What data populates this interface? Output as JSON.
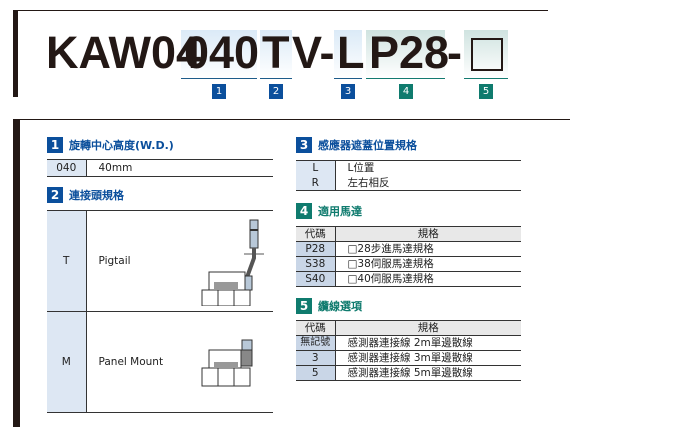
{
  "model": {
    "prefix": "KAW04",
    "parts": [
      {
        "text": "040",
        "num": "1"
      },
      {
        "text": "T",
        "num": "2"
      },
      {
        "text": "V-",
        "num": ""
      },
      {
        "text": "L",
        "num": "3"
      },
      {
        "text": "P28",
        "num": "4"
      },
      {
        "text": "-",
        "num": ""
      },
      {
        "text": "□",
        "num": "5"
      }
    ]
  },
  "s1": {
    "num": "1",
    "title": "旋轉中心高度(W.D.)",
    "rows": [
      {
        "code": "040",
        "desc": "40mm"
      }
    ]
  },
  "s2": {
    "num": "2",
    "title": "連接頭規格",
    "rows": [
      {
        "code": "T",
        "desc": "Pigtail"
      },
      {
        "code": "M",
        "desc": "Panel Mount"
      }
    ]
  },
  "s3": {
    "num": "3",
    "title": "感應器遮蓋位置規格",
    "rows": [
      {
        "code": "L",
        "desc": "L位置"
      },
      {
        "code": "R",
        "desc": "左右相反"
      }
    ]
  },
  "s4": {
    "num": "4",
    "title": "適用馬達",
    "head": {
      "code": "代碼",
      "desc": "規格"
    },
    "rows": [
      {
        "code": "P28",
        "desc": "□28步進馬達規格"
      },
      {
        "code": "S38",
        "desc": "□38伺服馬達規格"
      },
      {
        "code": "S40",
        "desc": "□40伺服馬達規格"
      }
    ]
  },
  "s5": {
    "num": "5",
    "title": "纜線選項",
    "head": {
      "code": "代碼",
      "desc": "規格"
    },
    "rows": [
      {
        "code": "無記號",
        "desc": "感測器連接線 2m單邊散線"
      },
      {
        "code": "3",
        "desc": "感測器連接線 3m單邊散線"
      },
      {
        "code": "5",
        "desc": "感測器連接線 5m單邊散線"
      }
    ]
  }
}
